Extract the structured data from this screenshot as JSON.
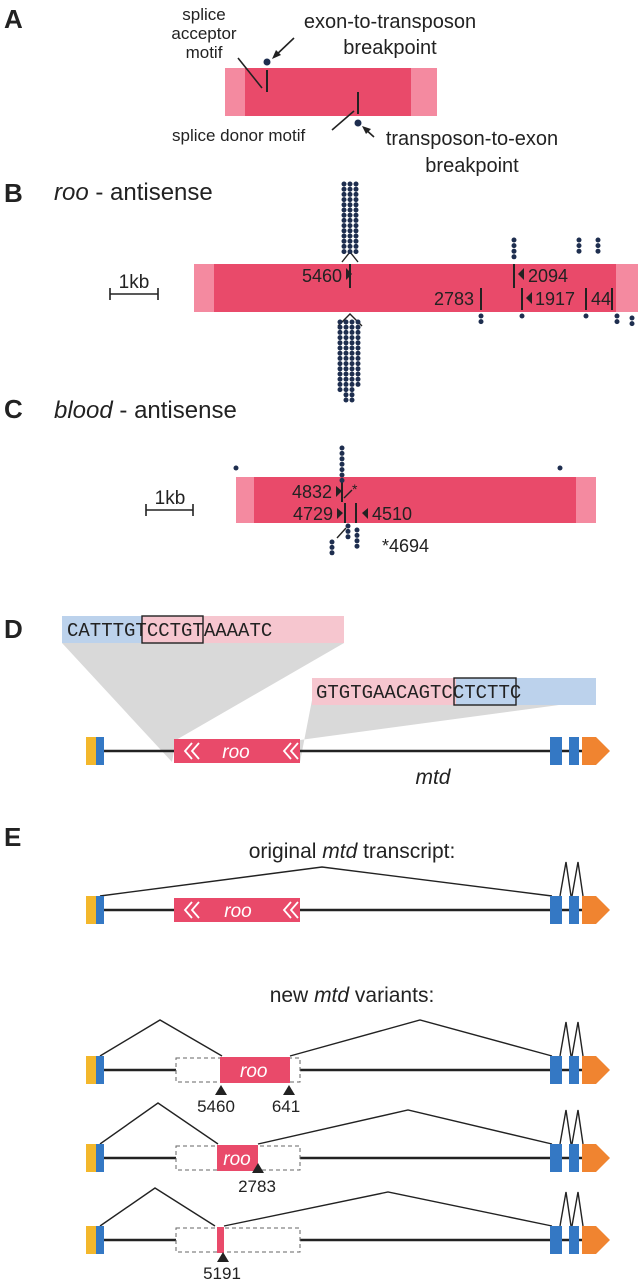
{
  "panels": {
    "a": "A",
    "b": "B",
    "c": "C",
    "d": "D",
    "e": "E"
  },
  "colors": {
    "te": "#e94a6a",
    "te_ltr": "#f48aa0",
    "dot": "#1e2e4f",
    "exon_blue": "#3478c4",
    "exon_yellow": "#f3b72b",
    "exon_orange": "#f08430",
    "seq_blue": "#bcd2ec",
    "seq_pink": "#f6c6cf",
    "shade": "#d9d9d9"
  },
  "a": {
    "splice_acceptor_1": "splice",
    "splice_acceptor_2": "acceptor",
    "splice_acceptor_3": "motif",
    "exon_to_te_1": "exon-to-transposon",
    "exon_to_te_2": "breakpoint",
    "splice_donor": "splice donor motif",
    "te_to_exon_1": "transposon-to-exon",
    "te_to_exon_2": "breakpoint"
  },
  "b": {
    "name": "roo",
    "suffix": " - antisense",
    "scale": "1kb",
    "labels": {
      "l5460": "5460",
      "l2783": "2783",
      "l2094": "2094",
      "l1917": "1917",
      "l44": "44"
    }
  },
  "c": {
    "name": "blood",
    "suffix": " - antisense",
    "scale": "1kb",
    "labels": {
      "l4832": "4832",
      "l4729": "4729",
      "l4510": "4510",
      "star": "*",
      "l4694": "*4694"
    }
  },
  "d": {
    "seq1": {
      "a": "CATTT",
      "b": "GTCC",
      "c": "TGTAAAATC"
    },
    "seq2": {
      "a": "GTGTGAACA",
      "b": "GTCC",
      "c": "TCTTC"
    },
    "te": "roo",
    "gene": "mtd"
  },
  "e": {
    "original_pre": "original ",
    "original_gene": "mtd",
    "original_post": " transcript:",
    "te": "roo",
    "new_pre": "new ",
    "new_gene": "mtd",
    "new_post": " variants:",
    "v1": {
      "te": "roo",
      "left": "5460",
      "right": "641"
    },
    "v2": {
      "te": "roo",
      "mark": "2783"
    },
    "v3": {
      "mark": "5191"
    }
  }
}
